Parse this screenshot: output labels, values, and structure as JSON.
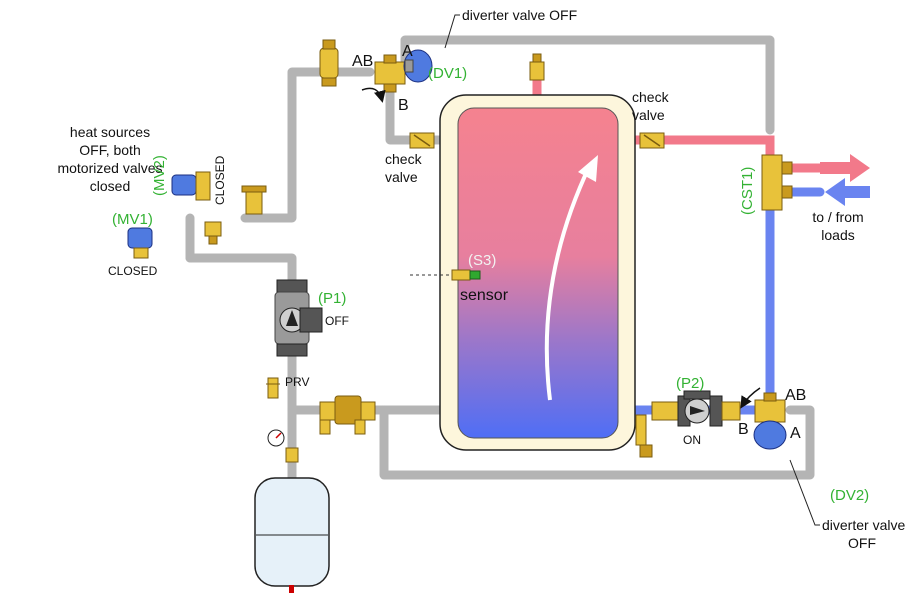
{
  "labels": {
    "dv1_status": "diverter valve OFF",
    "dv1_tag": "(DV1)",
    "dv1_port_a": "A",
    "dv1_port_ab": "AB",
    "dv1_port_b": "B",
    "heat_sources_line1": "heat sources",
    "heat_sources_line2": "OFF, both",
    "heat_sources_line3": "motorized valves",
    "heat_sources_line4": "closed",
    "mv2_tag": "(MV2)",
    "mv2_status": "CLOSED",
    "mv1_tag": "(MV1)",
    "mv1_status": "CLOSED",
    "check_valve_left_1": "check",
    "check_valve_left_2": "valve",
    "check_valve_right_1": "check",
    "check_valve_right_2": "valve",
    "cst1_tag": "(CST1)",
    "loads_line1": "to / from",
    "loads_line2": "loads",
    "s3_tag": "(S3)",
    "sensor": "sensor",
    "p1_tag": "(P1)",
    "p1_status": "OFF",
    "prv": "PRV",
    "p2_tag": "(P2)",
    "p2_status": "ON",
    "dv2_port_ab": "AB",
    "dv2_port_b": "B",
    "dv2_port_a": "A",
    "dv2_tag": "(DV2)",
    "dv2_status_1": "diverter valve",
    "dv2_status_2": "OFF"
  },
  "colors": {
    "pipe_gray": "#b4b4b4",
    "pipe_hot": "#f2798a",
    "pipe_cold": "#6a84f0",
    "tank_top": "#f5828f",
    "tank_bottom": "#4f6ef5",
    "tank_jacket": "#fdf6dc",
    "label_green": "#33b233",
    "valve_brass": "#e8c23a",
    "actuator_blue": "#4f7ae0"
  }
}
